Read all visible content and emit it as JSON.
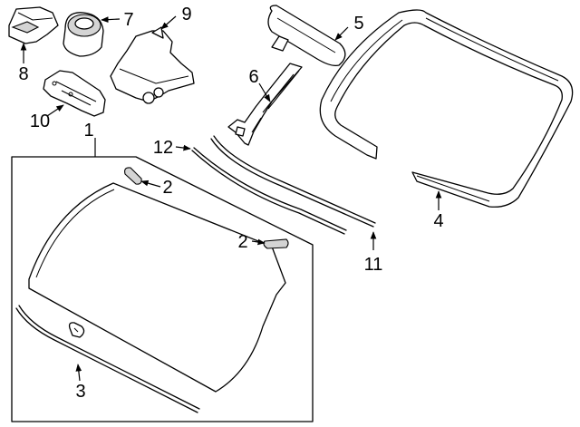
{
  "callouts": [
    "1",
    "2",
    "2",
    "3",
    "4",
    "5",
    "6",
    "7",
    "8",
    "9",
    "10",
    "11",
    "12"
  ]
}
